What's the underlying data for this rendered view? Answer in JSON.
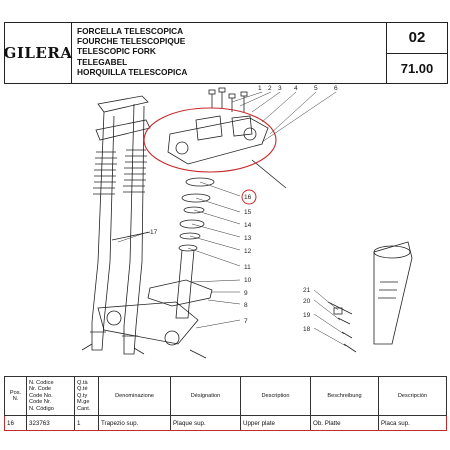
{
  "header": {
    "brand": "GILERA",
    "titles": [
      "FORCELLA TELESCOPICA",
      "FOURCHE TELESCOPIQUE",
      "TELESCOPIC FORK",
      "TELEGABEL",
      "HORQUILLA TELESCOPICA"
    ],
    "group_code": "02",
    "table_code": "71.00"
  },
  "diagram": {
    "callouts": [
      "1",
      "2",
      "3",
      "4",
      "5",
      "6",
      "16",
      "15",
      "14",
      "13",
      "12",
      "11",
      "10",
      "9",
      "8",
      "7",
      "17",
      "21",
      "20",
      "19",
      "18"
    ],
    "highlight_color": "#c62a2a"
  },
  "table": {
    "headers": {
      "pos": "Pos. N.",
      "codes": [
        "N. Codice",
        "Nr. Code",
        "Code No.",
        "Code Nr.",
        "N. Código"
      ],
      "qty": [
        "Q.tà",
        "Q.té",
        "Q.ty",
        "M.ge",
        "Cant."
      ],
      "it": "Denominazione",
      "fr": "Désignation",
      "en": "Description",
      "de": "Beschreibung",
      "es": "Descripción"
    },
    "rows": [
      {
        "pos": "16",
        "code": "323763",
        "qty": "1",
        "it": "Trapezio sup.",
        "fr": "Plaque sup.",
        "en": "Upper plate",
        "de": "Ob. Platte",
        "es": "Placa sup."
      }
    ]
  }
}
